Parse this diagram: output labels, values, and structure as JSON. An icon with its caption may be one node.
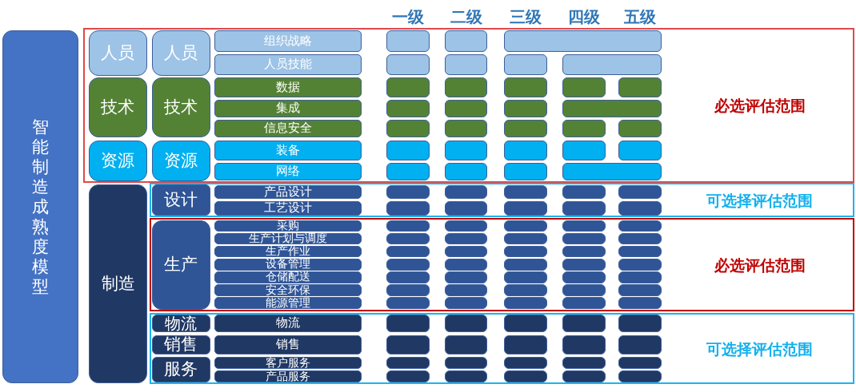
{
  "diagram": {
    "nodes": [
      {
        "text": [
          "智能制造成熟度模型"
        ]
      },
      {
        "text": [
          "必选评估范围"
        ]
      },
      {
        "text": [
          "人员"
        ],
        "in": 1
      },
      {
        "text": [
          "人员"
        ],
        "in": 1
      },
      {
        "text": [
          "组织战略"
        ],
        "in": 1
      },
      {
        "text": [],
        "shape": "box",
        "in": 1
      },
      {
        "text": [],
        "shape": "box",
        "in": 1
      },
      {
        "text": [],
        "shape": "box",
        "in": 1
      },
      {
        "text": [
          "人员技能"
        ],
        "in": 1
      },
      {
        "text": [],
        "shape": "box",
        "in": 1
      },
      {
        "text": [],
        "shape": "box",
        "in": 1
      },
      {
        "text": [],
        "shape": "box",
        "in": 1
      },
      {
        "text": [],
        "shape": "box",
        "in": 1
      },
      {
        "text": [
          "技术"
        ],
        "in": 1
      },
      {
        "text": [
          "技术"
        ],
        "in": 1
      },
      {
        "text": [
          "数据"
        ],
        "in": 1
      },
      {
        "text": [],
        "shape": "box",
        "in": 1
      },
      {
        "text": [],
        "shape": "box",
        "in": 1
      },
      {
        "text": [],
        "shape": "box",
        "in": 1
      },
      {
        "text": [],
        "shape": "box",
        "in": 1
      },
      {
        "text": [],
        "shape": "box",
        "in": 1
      },
      {
        "text": [
          "集成"
        ],
        "in": 1
      },
      {
        "text": [],
        "shape": "box",
        "in": 1
      },
      {
        "text": [],
        "shape": "box",
        "in": 1
      },
      {
        "text": [],
        "shape": "box",
        "in": 1
      },
      {
        "text": [],
        "shape": "box",
        "in": 1
      },
      {
        "text": [
          "信息安全"
        ],
        "in": 1
      },
      {
        "text": [],
        "shape": "box",
        "in": 1
      },
      {
        "text": [],
        "shape": "box",
        "in": 1
      },
      {
        "text": [],
        "shape": "box",
        "in": 1
      },
      {
        "text": [],
        "shape": "box",
        "in": 1
      },
      {
        "text": [],
        "shape": "box",
        "in": 1
      },
      {
        "text": [
          "资源"
        ],
        "in": 1
      },
      {
        "text": [
          "资源"
        ],
        "in": 1
      },
      {
        "text": [
          "装备"
        ],
        "in": 1
      },
      {
        "text": [],
        "shape": "box",
        "in": 1
      },
      {
        "text": [],
        "shape": "box",
        "in": 1
      },
      {
        "text": [],
        "shape": "box",
        "in": 1
      },
      {
        "text": [],
        "shape": "box",
        "in": 1
      },
      {
        "text": [],
        "shape": "box",
        "in": 1
      },
      {
        "text": [
          "网络"
        ],
        "in": 1
      },
      {
        "text": [],
        "shape": "box",
        "in": 1
      },
      {
        "text": [],
        "shape": "box",
        "in": 1
      },
      {
        "text": [],
        "shape": "box",
        "in": 1
      },
      {
        "text": [],
        "shape": "box",
        "in": 1
      },
      {
        "text": [
          "制造"
        ]
      },
      {
        "text": [
          "可选择评估范围"
        ]
      },
      {
        "text": [
          "设计"
        ],
        "in": 46
      },
      {
        "text": [
          "产品设计"
        ],
        "in": 46
      },
      {
        "text": [],
        "shape": "box",
        "in": 46
      },
      {
        "text": [],
        "shape": "box",
        "in": 46
      },
      {
        "text": [],
        "shape": "box",
        "in": 46
      },
      {
        "text": [],
        "shape": "box",
        "in": 46
      },
      {
        "text": [],
        "shape": "box",
        "in": 46
      },
      {
        "text": [
          "工艺设计"
        ],
        "in": 46
      },
      {
        "text": [],
        "shape": "box",
        "in": 46
      },
      {
        "text": [],
        "shape": "box",
        "in": 46
      },
      {
        "text": [],
        "shape": "box",
        "in": 46
      },
      {
        "text": [],
        "shape": "box",
        "in": 46
      },
      {
        "text": [],
        "shape": "box",
        "in": 46
      },
      {
        "text": [
          "必选评估范围"
        ]
      },
      {
        "text": [
          "生产"
        ],
        "in": 60
      },
      {
        "text": [
          "采购"
        ],
        "in": 60
      },
      {
        "text": [],
        "shape": "box",
        "in": 60
      },
      {
        "text": [],
        "shape": "box",
        "in": 60
      },
      {
        "text": [],
        "shape": "box",
        "in": 60
      },
      {
        "text": [],
        "shape": "box",
        "in": 60
      },
      {
        "text": [],
        "shape": "box",
        "in": 60
      },
      {
        "text": [
          "生产计划与调度"
        ],
        "in": 60
      },
      {
        "text": [],
        "shape": "box",
        "in": 60
      },
      {
        "text": [],
        "shape": "box",
        "in": 60
      },
      {
        "text": [],
        "shape": "box",
        "in": 60
      },
      {
        "text": [],
        "shape": "box",
        "in": 60
      },
      {
        "text": [],
        "shape": "box",
        "in": 60
      },
      {
        "text": [
          "生产作业"
        ],
        "in": 60
      },
      {
        "text": [],
        "shape": "box",
        "in": 60
      },
      {
        "text": [],
        "shape": "box",
        "in": 60
      },
      {
        "text": [],
        "shape": "box",
        "in": 60
      },
      {
        "text": [],
        "shape": "box",
        "in": 60
      },
      {
        "text": [],
        "shape": "box",
        "in": 60
      },
      {
        "text": [
          "设备管理"
        ],
        "in": 60
      },
      {
        "text": [],
        "shape": "box",
        "in": 60
      },
      {
        "text": [],
        "shape": "box",
        "in": 60
      },
      {
        "text": [],
        "shape": "box",
        "in": 60
      },
      {
        "text": [],
        "shape": "box",
        "in": 60
      },
      {
        "text": [],
        "shape": "box",
        "in": 60
      },
      {
        "text": [
          "仓储配送"
        ],
        "in": 60
      },
      {
        "text": [],
        "shape": "box",
        "in": 60
      },
      {
        "text": [],
        "shape": "box",
        "in": 60
      },
      {
        "text": [],
        "shape": "box",
        "in": 60
      },
      {
        "text": [],
        "shape": "box",
        "in": 60
      },
      {
        "text": [],
        "shape": "box",
        "in": 60
      },
      {
        "text": [
          "安全环保"
        ],
        "in": 60
      },
      {
        "text": [],
        "shape": "box",
        "in": 60
      },
      {
        "text": [],
        "shape": "box",
        "in": 60
      },
      {
        "text": [],
        "shape": "box",
        "in": 60
      },
      {
        "text": [],
        "shape": "box",
        "in": 60
      },
      {
        "text": [],
        "shape": "box",
        "in": 60
      },
      {
        "text": [
          "能源管理"
        ],
        "in": 60
      },
      {
        "text": [],
        "shape": "box",
        "in": 60
      },
      {
        "text": [],
        "shape": "box",
        "in": 60
      },
      {
        "text": [],
        "shape": "box",
        "in": 60
      },
      {
        "text": [],
        "shape": "box",
        "in": 60
      },
      {
        "text": [],
        "shape": "box",
        "in": 60
      },
      {
        "text": [
          "可选择评估范围"
        ]
      },
      {
        "text": [
          "物流"
        ],
        "in": 104
      },
      {
        "text": [
          "物流"
        ],
        "in": 104
      },
      {
        "text": [],
        "shape": "box",
        "in": 104
      },
      {
        "text": [],
        "shape": "box",
        "in": 104
      },
      {
        "text": [],
        "shape": "box",
        "in": 104
      },
      {
        "text": [],
        "shape": "box",
        "in": 104
      },
      {
        "text": [],
        "shape": "box",
        "in": 104
      },
      {
        "text": [
          "销售"
        ],
        "in": 104
      },
      {
        "text": [
          "销售"
        ],
        "in": 104
      },
      {
        "text": [],
        "shape": "box",
        "in": 104
      },
      {
        "text": [],
        "shape": "box",
        "in": 104
      },
      {
        "text": [],
        "shape": "box",
        "in": 104
      },
      {
        "text": [],
        "shape": "box",
        "in": 104
      },
      {
        "text": [],
        "shape": "box",
        "in": 104
      },
      {
        "text": [
          "服务"
        ],
        "in": 104
      },
      {
        "text": [
          "客户服务"
        ],
        "in": 104
      },
      {
        "text": [],
        "shape": "box",
        "in": 104
      },
      {
        "text": [],
        "shape": "box",
        "in": 104
      },
      {
        "text": [],
        "shape": "box",
        "in": 104
      },
      {
        "text": [],
        "shape": "box",
        "in": 104
      },
      {
        "text": [],
        "shape": "box",
        "in": 104
      },
      {
        "text": [
          "产品服务"
        ],
        "in": 104
      },
      {
        "text": [],
        "shape": "box",
        "in": 104
      },
      {
        "text": [],
        "shape": "box",
        "in": 104
      },
      {
        "text": [],
        "shape": "box",
        "in": 104
      },
      {
        "text": [],
        "shape": "box",
        "in": 104
      },
      {
        "text": [],
        "shape": "box",
        "in": 104
      }
    ],
    "labels": [
      "一级",
      "二级",
      "三级",
      "四级",
      "五级"
    ]
  }
}
